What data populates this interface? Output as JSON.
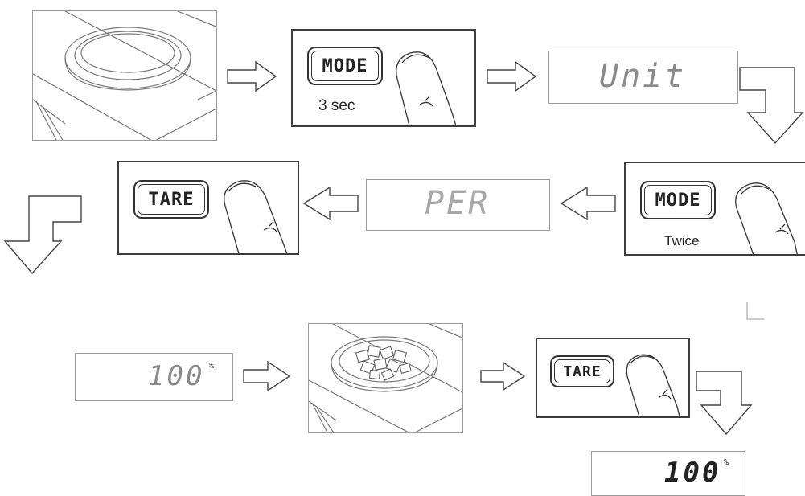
{
  "steps": {
    "step2": {
      "key": "MODE",
      "caption": "3 sec"
    },
    "step3": {
      "display": "Unit"
    },
    "step4": {
      "key": "MODE",
      "caption": "Twice"
    },
    "step5": {
      "display": "PER"
    },
    "step6": {
      "key": "TARE"
    },
    "step7": {
      "display": "100",
      "unit_mark": "%"
    },
    "step9": {
      "key": "TARE"
    },
    "step10": {
      "display": "100",
      "unit_mark": "%"
    }
  },
  "icons": [
    "scale-icon",
    "finger-icon",
    "arrow-right-icon",
    "arrow-left-icon",
    "turn-down-arrow-icon"
  ],
  "colors": {
    "line": "#3c3c3c",
    "lcd_text": "#8a8a8a",
    "lcd_text_dark": "#222222"
  }
}
